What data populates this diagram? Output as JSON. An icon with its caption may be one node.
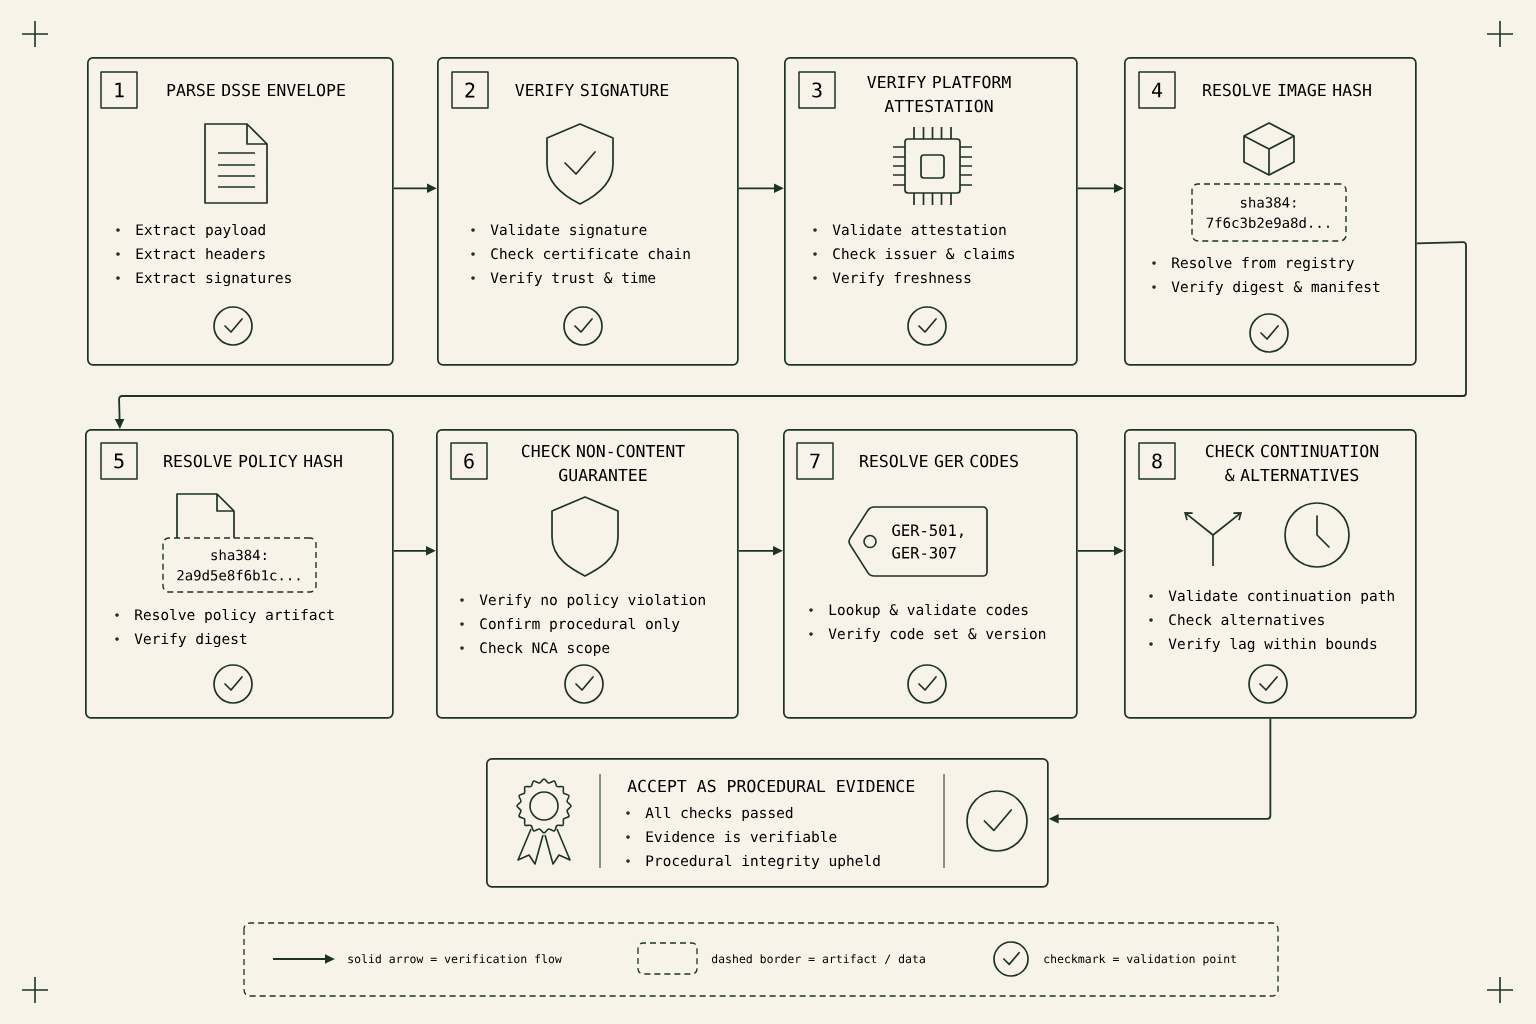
{
  "diagram": {
    "nodes": [
      {
        "text": [
          "1",
          "PARSE DSSE ENVELOPE",
          "Extract payload",
          "Extract headers",
          "Extract signatures"
        ]
      },
      {
        "text": [
          "2",
          "VERIFY SIGNATURE",
          "Validate signature",
          "Check certificate chain",
          "Verify trust & time"
        ]
      },
      {
        "text": [
          "3",
          "VERIFY PLATFORM ATTESTATION",
          "Validate attestation",
          "Check issuer & claims",
          "Verify freshness"
        ]
      },
      {
        "text": [
          "4",
          "RESOLVE IMAGE HASH",
          "Resolve from registry",
          "Verify digest & manifest"
        ]
      },
      {
        "text": [
          "sha384: 7f6c3b2e9a8d..."
        ],
        "in": 3
      },
      {
        "text": [
          "5",
          "RESOLVE POLICY HASH",
          "Resolve policy artifact",
          "Verify digest"
        ]
      },
      {
        "text": [
          "sha384: 2a9d5e8f6b1c..."
        ],
        "in": 5
      },
      {
        "text": [
          "6",
          "CHECK NON-CONTENT GUARANTEE",
          "Verify no policy violation",
          "Confirm procedural only",
          "Check NCA scope"
        ]
      },
      {
        "text": [
          "7",
          "RESOLVE GER CODES",
          "Lookup & validate codes",
          "Verify code set & version"
        ]
      },
      {
        "text": [
          "GER-501, GER-307"
        ],
        "in": 8
      },
      {
        "text": [
          "8",
          "CHECK CONTINUATION & ALTERNATIVES",
          "Validate continuation path",
          "Check alternatives",
          "Verify lag within bounds"
        ]
      },
      {
        "text": [
          "ACCEPT AS PROCEDURAL EVIDENCE",
          "All checks passed",
          "Evidence is verifiable",
          "Procedural integrity upheld"
        ]
      }
    ],
    "edges": [
      {
        "from": 0,
        "to": 1,
        "arrow": "to"
      },
      {
        "from": 1,
        "to": 2,
        "arrow": "to"
      },
      {
        "from": 2,
        "to": 3,
        "arrow": "to"
      },
      {
        "from": 3,
        "to": 5,
        "arrow": "to"
      },
      {
        "from": 5,
        "to": 7,
        "arrow": "to"
      },
      {
        "from": 7,
        "to": 8,
        "arrow": "to"
      },
      {
        "from": 8,
        "to": 10,
        "arrow": "to"
      },
      {
        "from": 10,
        "to": 11,
        "arrow": "to"
      }
    ],
    "legend": [
      {
        "text": "solid arrow = verification flow"
      },
      {
        "text": "dashed border = artifact / data"
      },
      {
        "text": "checkmark = validation point"
      }
    ]
  }
}
